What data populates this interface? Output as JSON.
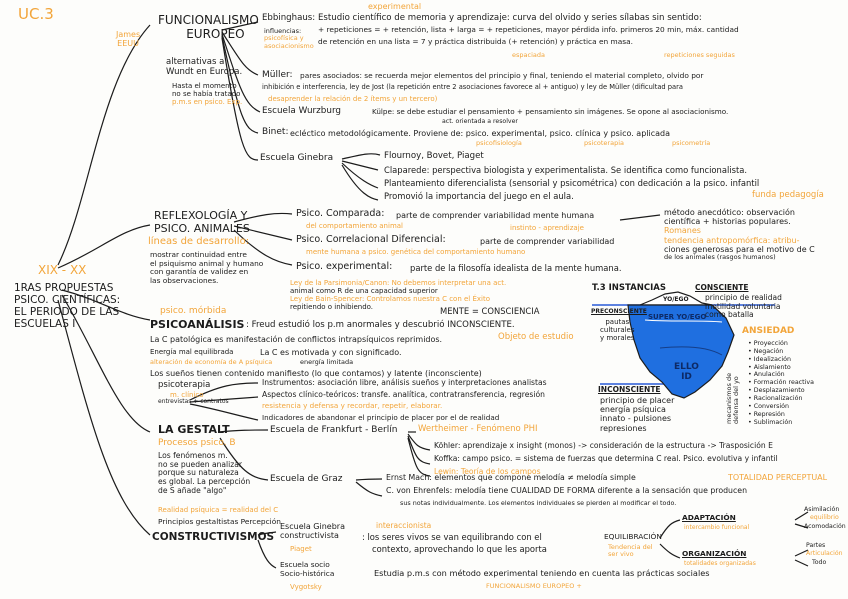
{
  "colors": {
    "ink": "#1c1c1c",
    "accent": "#f2a53a",
    "iceberg": "#1f6fe0",
    "rule": "#2a5bd7"
  },
  "corner_label": "UC.3",
  "main": {
    "range": "XIX - XX",
    "title": [
      "1RAS PROPUESTAS",
      "PSICO. CIENTÍFICAS:",
      "EL PERIODO DE LAS",
      "ESCUELAS I"
    ]
  },
  "funcionalismo": {
    "title": [
      "FUNCIONALISMO",
      "EUROPEO"
    ],
    "side": [
      "James",
      "EEUU"
    ],
    "alt": [
      "alternativas a",
      "Wundt en Europa."
    ],
    "note": [
      "Hasta el momento",
      "no se había tratado",
      "p.m.s en psico. Exp."
    ],
    "ebbinghaus": {
      "head": "Ebbinghaus:",
      "head_o": "experimental",
      "lines": [
        "Estudio científico de memoria y aprendizaje: curva del olvido y series sílabas sin sentido:",
        "+ repeticiones = + retención, lista + larga = + repeticiones, mayor pérdida info. primeros 20 min, máx. cantidad",
        "de retención en una lista = 7 y práctica distribuida (+ retención) y práctica en masa."
      ],
      "influ": [
        "influencias:",
        "psicofísica y",
        "asociacionismo"
      ],
      "under": [
        "espaciada",
        "repeticiones seguidas"
      ]
    },
    "muller": {
      "head": "Müller:",
      "lines": [
        "pares asociados: se recuerda mejor elementos del principio y final, teniendo el material completo, olvido por",
        "inhibición e interferencia, ley de Jost (la repetición entre 2 asociaciones favorece al + antiguo) y ley de Müller (dificultad para",
        "desaprender la relación de 2 ítems y un tercero)"
      ]
    },
    "wurzburg": {
      "head": "Escuela Wurzburg",
      "lines": [
        "Külpe: se debe estudiar el pensamiento + pensamiento sin imágenes. Se opone al asociacionismo.",
        "act. orientada a resolver"
      ]
    },
    "binet": {
      "head": "Binet:",
      "line": "ecléctico metodológicamente. Proviene de: psico. experimental, psico. clínica y psico. aplicada",
      "under": [
        "psicofisiología",
        "psicoterapia",
        "psicometría"
      ]
    },
    "ginebra": {
      "head": "Escuela Ginebra",
      "lines": [
        "Flournoy, Bovet, Piaget",
        "Claparede: perspectiva biologista y experimentalista. Se identifica como funcionalista.",
        "Planteamiento diferencialista (sensorial y psicométrica) con dedicación a la psico. infantil",
        "Promovió la importancia del juego en el aula."
      ],
      "note": "funda pedagogía"
    }
  },
  "reflexologia": {
    "title": [
      "REFLEXOLOGÍA Y",
      "PSICO. ANIMALES"
    ],
    "sub": "líneas de desarrollo:",
    "body": [
      "mostrar continuidad entre",
      "el psiquismo animal y humano",
      "con garantía de validez en",
      "las observaciones."
    ],
    "items": [
      {
        "head": "Psico. Comparada:",
        "text": "parte de comprender variabilidad mente humana",
        "note": "del comportamiento animal",
        "note2": "instinto - aprendizaje"
      },
      {
        "head": "Psico. Correlacional Diferencial:",
        "text": "parte de comprender variabilidad",
        "note": "mente humana a psico. genética del comportamiento humano"
      },
      {
        "head": "Psico. experimental:",
        "text": "parte de la filosofía idealista de la mente humana."
      }
    ],
    "metodo": [
      "método anecdótico: observación",
      "científica + historias populares.",
      "Romanes",
      "tendencia antropomórfica: atribu-",
      "ciones generosas para el motivo de C",
      "de los animales (rasgos humanos)"
    ]
  },
  "psicoanalisis": {
    "above": [
      "Ley de la Parsimonia/Canon: No debemos interpretar una act.",
      "animal como R de una capacidad superior",
      "Ley de Bain-Spencer: Controlamos nuestra C con el Éxito",
      "repitiendo o inhibiendo."
    ],
    "mente": "MENTE = CONSCIENCIA",
    "label": "psico. mórbida",
    "title": "PSICOANÁLISIS",
    "line1": ": Freud estudió los p.m anormales y descubrió INCONSCIENTE.",
    "objeto": "Objeto de estudio",
    "lines": [
      "La C patológica es manifestación de conflictos intrapsíquicos reprimidos.",
      "Energía mal equilibrada",
      "La C es motivada y con significado.",
      "alteración de economía de A psíquica",
      "energía limitada",
      "Los sueños tienen contenido manifiesto (lo que contamos) y latente (inconsciente)"
    ],
    "psicoterapia": [
      "psicoterapia",
      "m. clínico",
      "entrevistas + contratos"
    ],
    "branches": [
      "Instrumentos: asociación libre, análisis sueños y interpretaciones analistas",
      "Aspectos clínico-teóricos: transfe. analítica, contratransferencia, regresión",
      "resistencia y defensa y recordar, repetir, elaborar.",
      "Indicadores de abandonar el principio de placer por el de realidad"
    ]
  },
  "iceberg": {
    "title": "T.3 INSTANCIAS",
    "consciente": "CONSCIENTE",
    "cons_lines": [
      "principio de realidad",
      "motilidad voluntaria",
      "como batalla"
    ],
    "preconsciente": "PRECONSCIENTE",
    "pre_lines": [
      "pautas",
      "culturales",
      "y morales"
    ],
    "yo": "YO/EGO",
    "super": "SUPER YO/EGO",
    "ello": [
      "ELLO",
      "ID"
    ],
    "inconsciente": "INCONSCIENTE",
    "inc_lines": [
      "principio de placer",
      "energía psíquica",
      "innato - pulsiones",
      "represiones"
    ],
    "ansiedad": "ANSIEDAD",
    "mecanismos": [
      "mecanismos de",
      "defensa del yo"
    ],
    "defensas": [
      "Proyección",
      "Negación",
      "Idealización",
      "Aislamiento",
      "Anulación",
      "Formación reactiva",
      "Desplazamiento",
      "Racionalización",
      "Conversión",
      "Represión",
      "Sublimación"
    ]
  },
  "gestalt": {
    "title": "LA GESTALT",
    "sub": "Procesos psico. B",
    "body": [
      "Los fenómenos m.",
      "no se pueden analizar",
      "porque su naturaleza",
      "es global. La percepción",
      "de S añade \"algo\""
    ],
    "note": "Realidad psíquica = realidad del C",
    "principios": "Principios gestaltistas Percepción",
    "frankfurt": {
      "head": "Escuela de Frankfurt - Berlín",
      "items": [
        "Wertheimer - Fenómeno PHI",
        "Köhler: aprendizaje x insight (monos) -> consideración de la estructura -> Trasposición E",
        "Koffka: campo psico. = sistema de fuerzas que determina C real. Psico. evolutiva y infantil",
        "Lewin: Teoría de los campos"
      ]
    },
    "graz": {
      "head": "Escuela de Graz",
      "lines": [
        "Ernst Mach: elementos que compone melodía ≠ melodía simple",
        "C. von Ehrenfels: melodía tiene CUALIDAD DE FORMA diferente a la sensación que producen",
        "sus notas individualmente. Los elementos individuales se pierden al modificar el todo."
      ],
      "note": "TOTALIDAD PERCEPTUAL"
    }
  },
  "constructivismos": {
    "title": "CONSTRUCTIVISMOS",
    "ginebra": {
      "head": [
        "Escuela Ginebra",
        "constructivista"
      ],
      "author": "Piaget",
      "note": "interaccionista",
      "lines": [
        ": los seres vivos se van equilibrando con el",
        "contexto, aprovechando lo que les aporta"
      ]
    },
    "sociohist": {
      "head": [
        "Escuela socio",
        "Socio-histórica"
      ],
      "author": "Vygotsky",
      "line": "Estudia p.m.s con método experimental teniendo en cuenta las prácticas sociales",
      "under": "FUNCIONALISMO EUROPEO +"
    },
    "equilibracion": {
      "label": "EQUILIBRACIÓN",
      "sub": [
        "Tendencia del",
        "ser vivo"
      ]
    },
    "adaptacion": {
      "label": "ADAPTACIÓN",
      "sub": "intercambio funcional",
      "items": [
        "Asimilación",
        "equilibrio",
        "Acomodación"
      ]
    },
    "organizacion": {
      "label": "ORGANIZACIÓN",
      "sub": "totalidades organizadas",
      "items": [
        "Partes",
        "Articulación",
        "Todo"
      ]
    }
  }
}
